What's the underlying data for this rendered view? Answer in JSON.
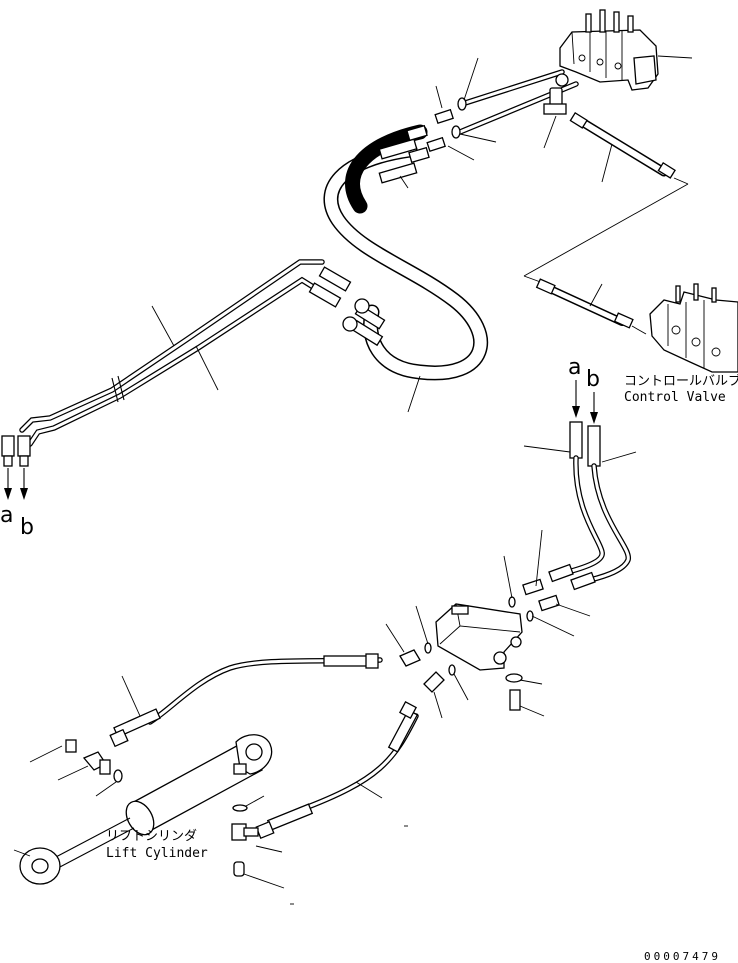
{
  "labels": {
    "control_valve_jp": "コントロールバルブ",
    "control_valve_en": "Control Valve",
    "lift_cylinder_jp": "リフトシリンダ",
    "lift_cylinder_en": "Lift Cylinder"
  },
  "connection_marks": {
    "top_a": "a",
    "top_b": "b",
    "left_a": "a",
    "left_b": "b"
  },
  "document_number": "00007479"
}
